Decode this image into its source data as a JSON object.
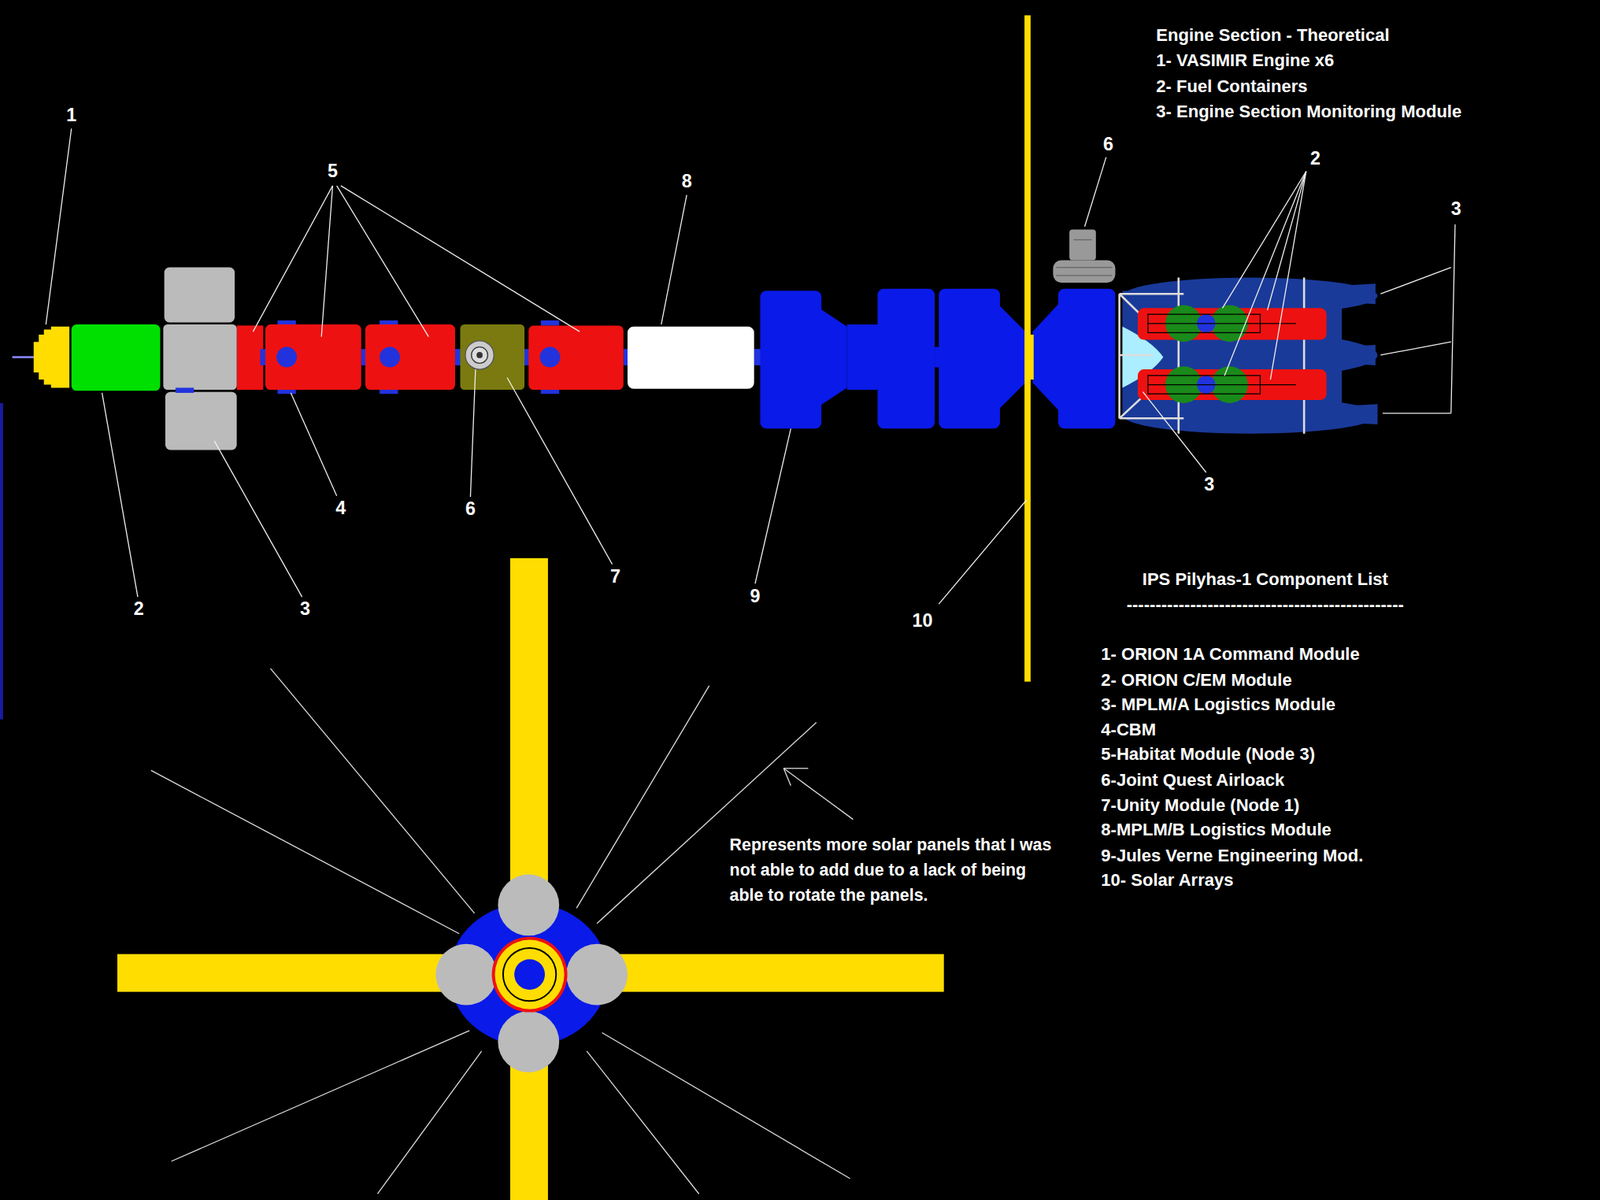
{
  "diagram": {
    "labels": [
      "1",
      "5",
      "8",
      "6",
      "2",
      "3",
      "2",
      "3",
      "4",
      "6",
      "7",
      "9",
      "10",
      "3",
      "Engine Section - Theoretical",
      "1- VASIMIR Engine x6",
      "2- Fuel Containers",
      "3- Engine Section Monitoring Module",
      "IPS Pilyhas-1 Component List",
      "------------------------------------------------",
      "1- ORION 1A Command Module",
      "2- ORION C/EM Module",
      "3- MPLM/A Logistics Module",
      "4-CBM",
      "5-Habitat Module (Node 3)",
      "6-Joint Quest Airloack",
      "7-Unity Module (Node 1)",
      "8-MPLM/B Logistics Module",
      "9-Jules Verne Engineering Mod.",
      "10- Solar Arrays",
      "Represents more solar panels that I was not able to add due to a lack of being able to rotate the panels."
    ]
  }
}
